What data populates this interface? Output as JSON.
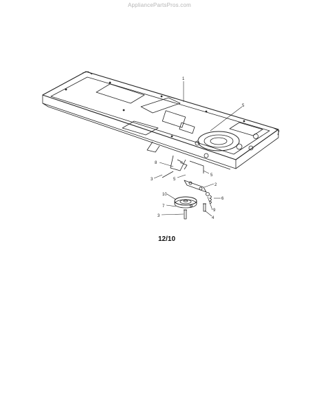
{
  "watermark": "AppliancePartsPros.com",
  "revision": "12/10",
  "callouts": {
    "c1": "1",
    "c2": "2",
    "c3a": "3",
    "c3b": "3",
    "c4": "4",
    "c5a": "5",
    "c5b": "5",
    "c5c": "5",
    "c6": "6",
    "c7": "7",
    "c8": "8",
    "c9": "9",
    "c10": "10"
  }
}
